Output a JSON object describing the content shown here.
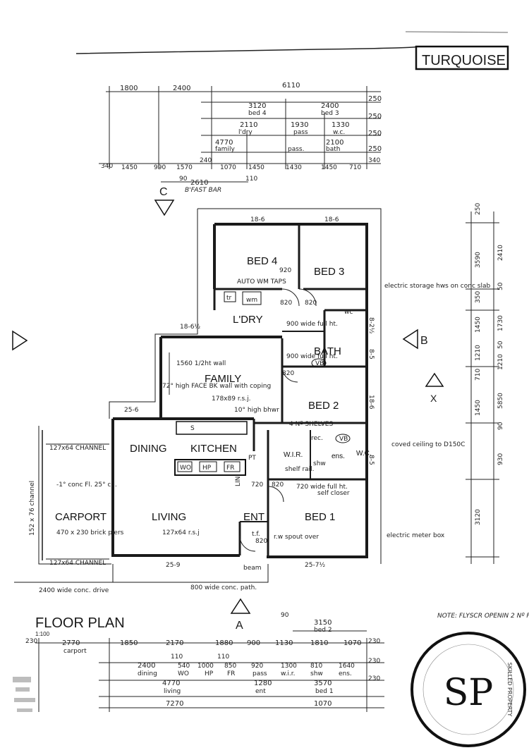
{
  "project": {
    "name": "TURQUOISE"
  },
  "sheet": {
    "title": "FLOOR PLAN",
    "scale": "1:100"
  },
  "rooms": {
    "bed4": "BED 4",
    "bed3": "BED 3",
    "ldry": "L'DRY",
    "bath": "BATH",
    "family": "FAMILY",
    "bed2": "BED 2",
    "dining": "DINING",
    "kitchen": "KITCHEN",
    "living": "LIVING",
    "ent": "ENT",
    "bed1": "BED 1",
    "carport": "CARPORT",
    "wir": "W.I.R.",
    "ens": "ens.",
    "wc": "W.C."
  },
  "section_markers": {
    "a": "A",
    "b": "B",
    "c": "C",
    "x": "X"
  },
  "notes": {
    "auto_wm_taps": "AUTO WM TAPS",
    "water_heater": "electric storage hws on conc slab",
    "coved_ceiling": "coved ceiling to D150C",
    "meter_box": "electric meter box",
    "conc_drive": "2400 wide conc. drive",
    "conc_path": "800 wide conc. path.",
    "brick_piers": "470 x 230 brick piers",
    "conc_fl": "-1° conc Fl. 25° c.l.",
    "channel_top": "127x64 CHANNEL",
    "channel_bottom": "127x64 CHANNEL",
    "channel_side": "152 x 76 channel",
    "half_wall": "1560 1/2ht wall",
    "face_bk_wall": "72° high FACE BK wall with coping",
    "shelves": "4 Nº SHELVES",
    "wide_900_a": "900 wide full ht.",
    "wide_900_b": "900 wide full ht.",
    "wide_720": "720 wide full ht.",
    "shelf_rail": "shelf rail.",
    "self_closer": "self closer",
    "spout": "r.w spout over",
    "beam": "beam",
    "rsj_family": "178x89 r.s.j.",
    "rsj_living": "127x64 r.s.j",
    "bhwr": "10° high bhwr",
    "note_fly": "NOTE: FLYSCR OPENIN 2 Nº F"
  },
  "top_dimensions": {
    "row1": [
      "1800",
      "2400",
      "6110",
      "250"
    ],
    "row2": [
      "3120",
      "2400",
      "250"
    ],
    "row2_sub": [
      "bed 4",
      "bed 3"
    ],
    "row3": [
      "2110",
      "1930",
      "1330",
      "250"
    ],
    "row3_sub": [
      "l'dry",
      "pass",
      "w.c."
    ],
    "row4": [
      "4770",
      "2100",
      "250"
    ],
    "row4_sub": [
      "family",
      "pass.",
      "bath"
    ],
    "row5": [
      "340",
      "1450",
      "990",
      "1570",
      "240",
      "1070",
      "1450",
      "1430",
      "1450",
      "710",
      "340"
    ],
    "row6": [
      "90",
      "2610",
      "110"
    ],
    "row6_sub": [
      "B'FAST BAR"
    ]
  },
  "bottom_dimensions": {
    "row1": [
      "90",
      "3150"
    ],
    "row1_sub": [
      "bed 2"
    ],
    "row2": [
      "230",
      "2770",
      "1850",
      "2170",
      "1880",
      "900",
      "1130",
      "1810",
      "1070",
      "230"
    ],
    "row2_sub": [
      "carport"
    ],
    "row3": [
      "2400",
      "110",
      "540",
      "1000",
      "110",
      "850",
      "920",
      "1300",
      "810",
      "1640",
      "230"
    ],
    "row3_sub": [
      "dining",
      "WO",
      "HP",
      "FR",
      "pass",
      "w.i.r.",
      "shw",
      "ens."
    ],
    "row4": [
      "4770",
      "1280",
      "3570",
      "230"
    ],
    "row4_sub": [
      "living",
      "ent",
      "bed 1"
    ],
    "row5": [
      "7270",
      "1070"
    ]
  },
  "right_dimensions": {
    "col1": [
      "250",
      "3590",
      "350",
      "1450",
      "1210",
      "710",
      "1450",
      "3120"
    ],
    "col2": [
      "2410",
      "50",
      "1730",
      "50",
      "1210",
      "5850",
      "90",
      "930"
    ]
  },
  "room_sizes": {
    "bed4": "18-6",
    "bed3": "18-6",
    "family": "18-6½",
    "bed2": "18-6",
    "bed1": "25-7½",
    "living": "25-9",
    "dining": "25-6",
    "bath": "8-5",
    "ldry": "8-2½",
    "ens": "8-5"
  },
  "fittings": {
    "tr": "tr",
    "wm": "wm",
    "wo": "WO",
    "hp": "HP",
    "fr": "FR",
    "vb": "VB",
    "shw": "shw",
    "rec": "rec.",
    "pt": "PT",
    "lin": "LIN",
    "tf": "t.f.",
    "wc": "wc",
    "s": "S",
    "door_820": "820",
    "door_720": "720",
    "door_920": "920"
  },
  "logo": {
    "letters": "SP",
    "ring_text": "SKILLED PROPERTY"
  }
}
